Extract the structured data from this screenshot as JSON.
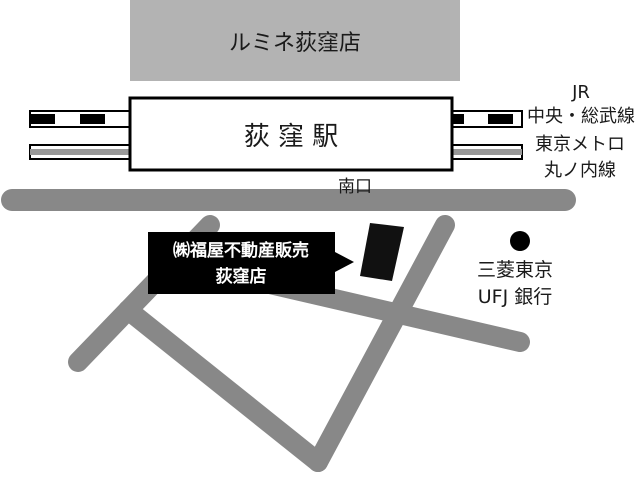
{
  "map": {
    "lumine_building": "ルミネ荻窪店",
    "station_name": "荻 窪 駅",
    "south_exit": "南口",
    "jr_line": [
      "JR",
      "中央・総武線"
    ],
    "metro_line": [
      "東京メトロ",
      "丸ノ内線"
    ],
    "office_label": [
      "㈱福屋不動産販売",
      "荻窪店"
    ],
    "bank_label": [
      "三菱東京",
      "UFJ 銀行"
    ],
    "colors": {
      "road": "#888888",
      "building": "#b3b3b3",
      "office": "#111111",
      "rail_dark": "#000000",
      "rail_light": "#ffffff",
      "rail_gray": "#999999"
    }
  }
}
